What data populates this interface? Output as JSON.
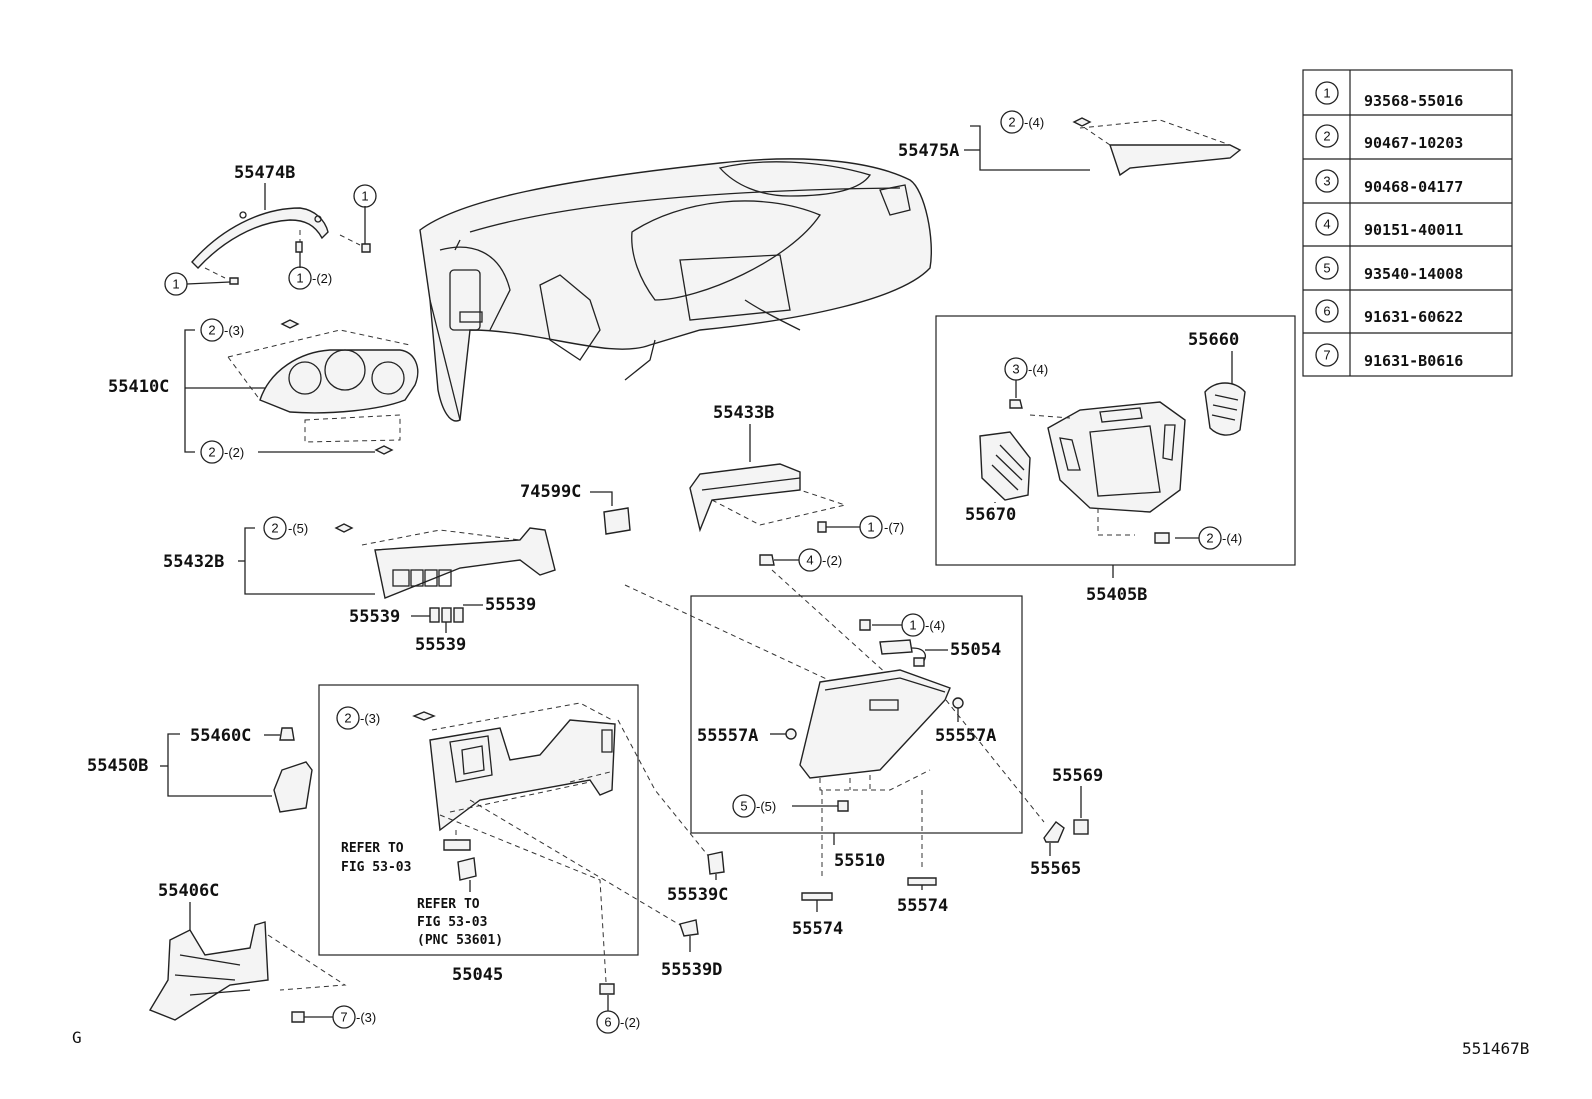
{
  "legend": [
    {
      "num": "1",
      "code": "93568-55016"
    },
    {
      "num": "2",
      "code": "90467-10203"
    },
    {
      "num": "3",
      "code": "90468-04177"
    },
    {
      "num": "4",
      "code": "90151-40011"
    },
    {
      "num": "5",
      "code": "93540-14008"
    },
    {
      "num": "6",
      "code": "91631-60622"
    },
    {
      "num": "7",
      "code": "91631-B0616"
    }
  ],
  "parts": {
    "p55474B": "55474B",
    "p55410C": "55410C",
    "p55475A": "55475A",
    "p55433B": "55433B",
    "p74599C": "74599C",
    "p55432B": "55432B",
    "p55539a": "55539",
    "p55539b": "55539",
    "p55539c": "55539",
    "p55660": "55660",
    "p55670": "55670",
    "p55405B": "55405B",
    "p55054": "55054",
    "p55557Aa": "55557A",
    "p55557Ab": "55557A",
    "p55510": "55510",
    "p55569": "55569",
    "p55565": "55565",
    "p55574a": "55574",
    "p55574b": "55574",
    "p55460C": "55460C",
    "p55450B": "55450B",
    "p55539C": "55539C",
    "p55539D": "55539D",
    "p55406C": "55406C",
    "p55045": "55045"
  },
  "refs": {
    "refer1a": "REFER TO",
    "refer1b": "FIG 53-03",
    "refer2a": "REFER TO",
    "refer2b": "FIG 53-03",
    "refer2c": "(PNC 53601)"
  },
  "callouts": {
    "c1": "1",
    "c1q": "",
    "c2": "1",
    "c2q": "-(2)",
    "c3": "1",
    "c3q": "",
    "c4": "2",
    "c4q": "-(4)",
    "c5": "2",
    "c5q": "-(3)",
    "c6": "2",
    "c6q": "-(2)",
    "c7": "2",
    "c7q": "-(5)",
    "c8": "1",
    "c8q": "-(7)",
    "c9": "4",
    "c9q": "-(2)",
    "c10": "3",
    "c10q": "-(4)",
    "c11": "2",
    "c11q": "-(4)",
    "c12": "1",
    "c12q": "-(4)",
    "c13": "5",
    "c13q": "-(5)",
    "c14": "2",
    "c14q": "-(3)",
    "c15": "6",
    "c15q": "-(2)",
    "c16": "7",
    "c16q": "-(3)"
  },
  "footer": {
    "left": "G",
    "right": "551467B"
  }
}
